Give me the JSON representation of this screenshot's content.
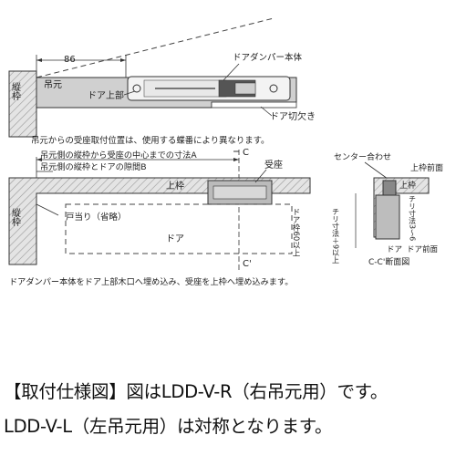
{
  "labels": {
    "dim_86": "86",
    "door_damper_body": "ドアダンパー本体",
    "hinge_side": "吊元",
    "vertical_frame": "縦枠",
    "door_top": "ドア上部",
    "door_notch": "ドア切欠き",
    "note_position": "吊元からの受座取付位置は、使用する蝶番により異なります。",
    "c_top": "C",
    "c_bottom": "C'",
    "dim_a": "吊元側の縦枠から受座の中心までの寸法A",
    "dim_b": "吊元側の縦枠とドアの隙間B",
    "receiver": "受座",
    "top_frame": "上枠",
    "stop": "戸当り（省略）",
    "door": "ドア",
    "frame_60": "ドア枠60以上",
    "note_embed": "ドアダンパー本体をドア上部木口へ埋め込み、受座を上枠へ埋め込みます。",
    "center_align": "センター合わせ",
    "top_frame_front": "上枠前面",
    "chiri_9": "チリ寸法＋9以上",
    "chiri_3_6": "チリ寸法3〜6",
    "door_front": "ドア前面",
    "door_small": "ドア",
    "section": "C-C'断面図"
  },
  "caption": {
    "line1": "【取付仕様図】図はLDD-V-R（右吊元用）です。",
    "line2": "LDD-V-L（左吊元用）は対称となります。"
  }
}
